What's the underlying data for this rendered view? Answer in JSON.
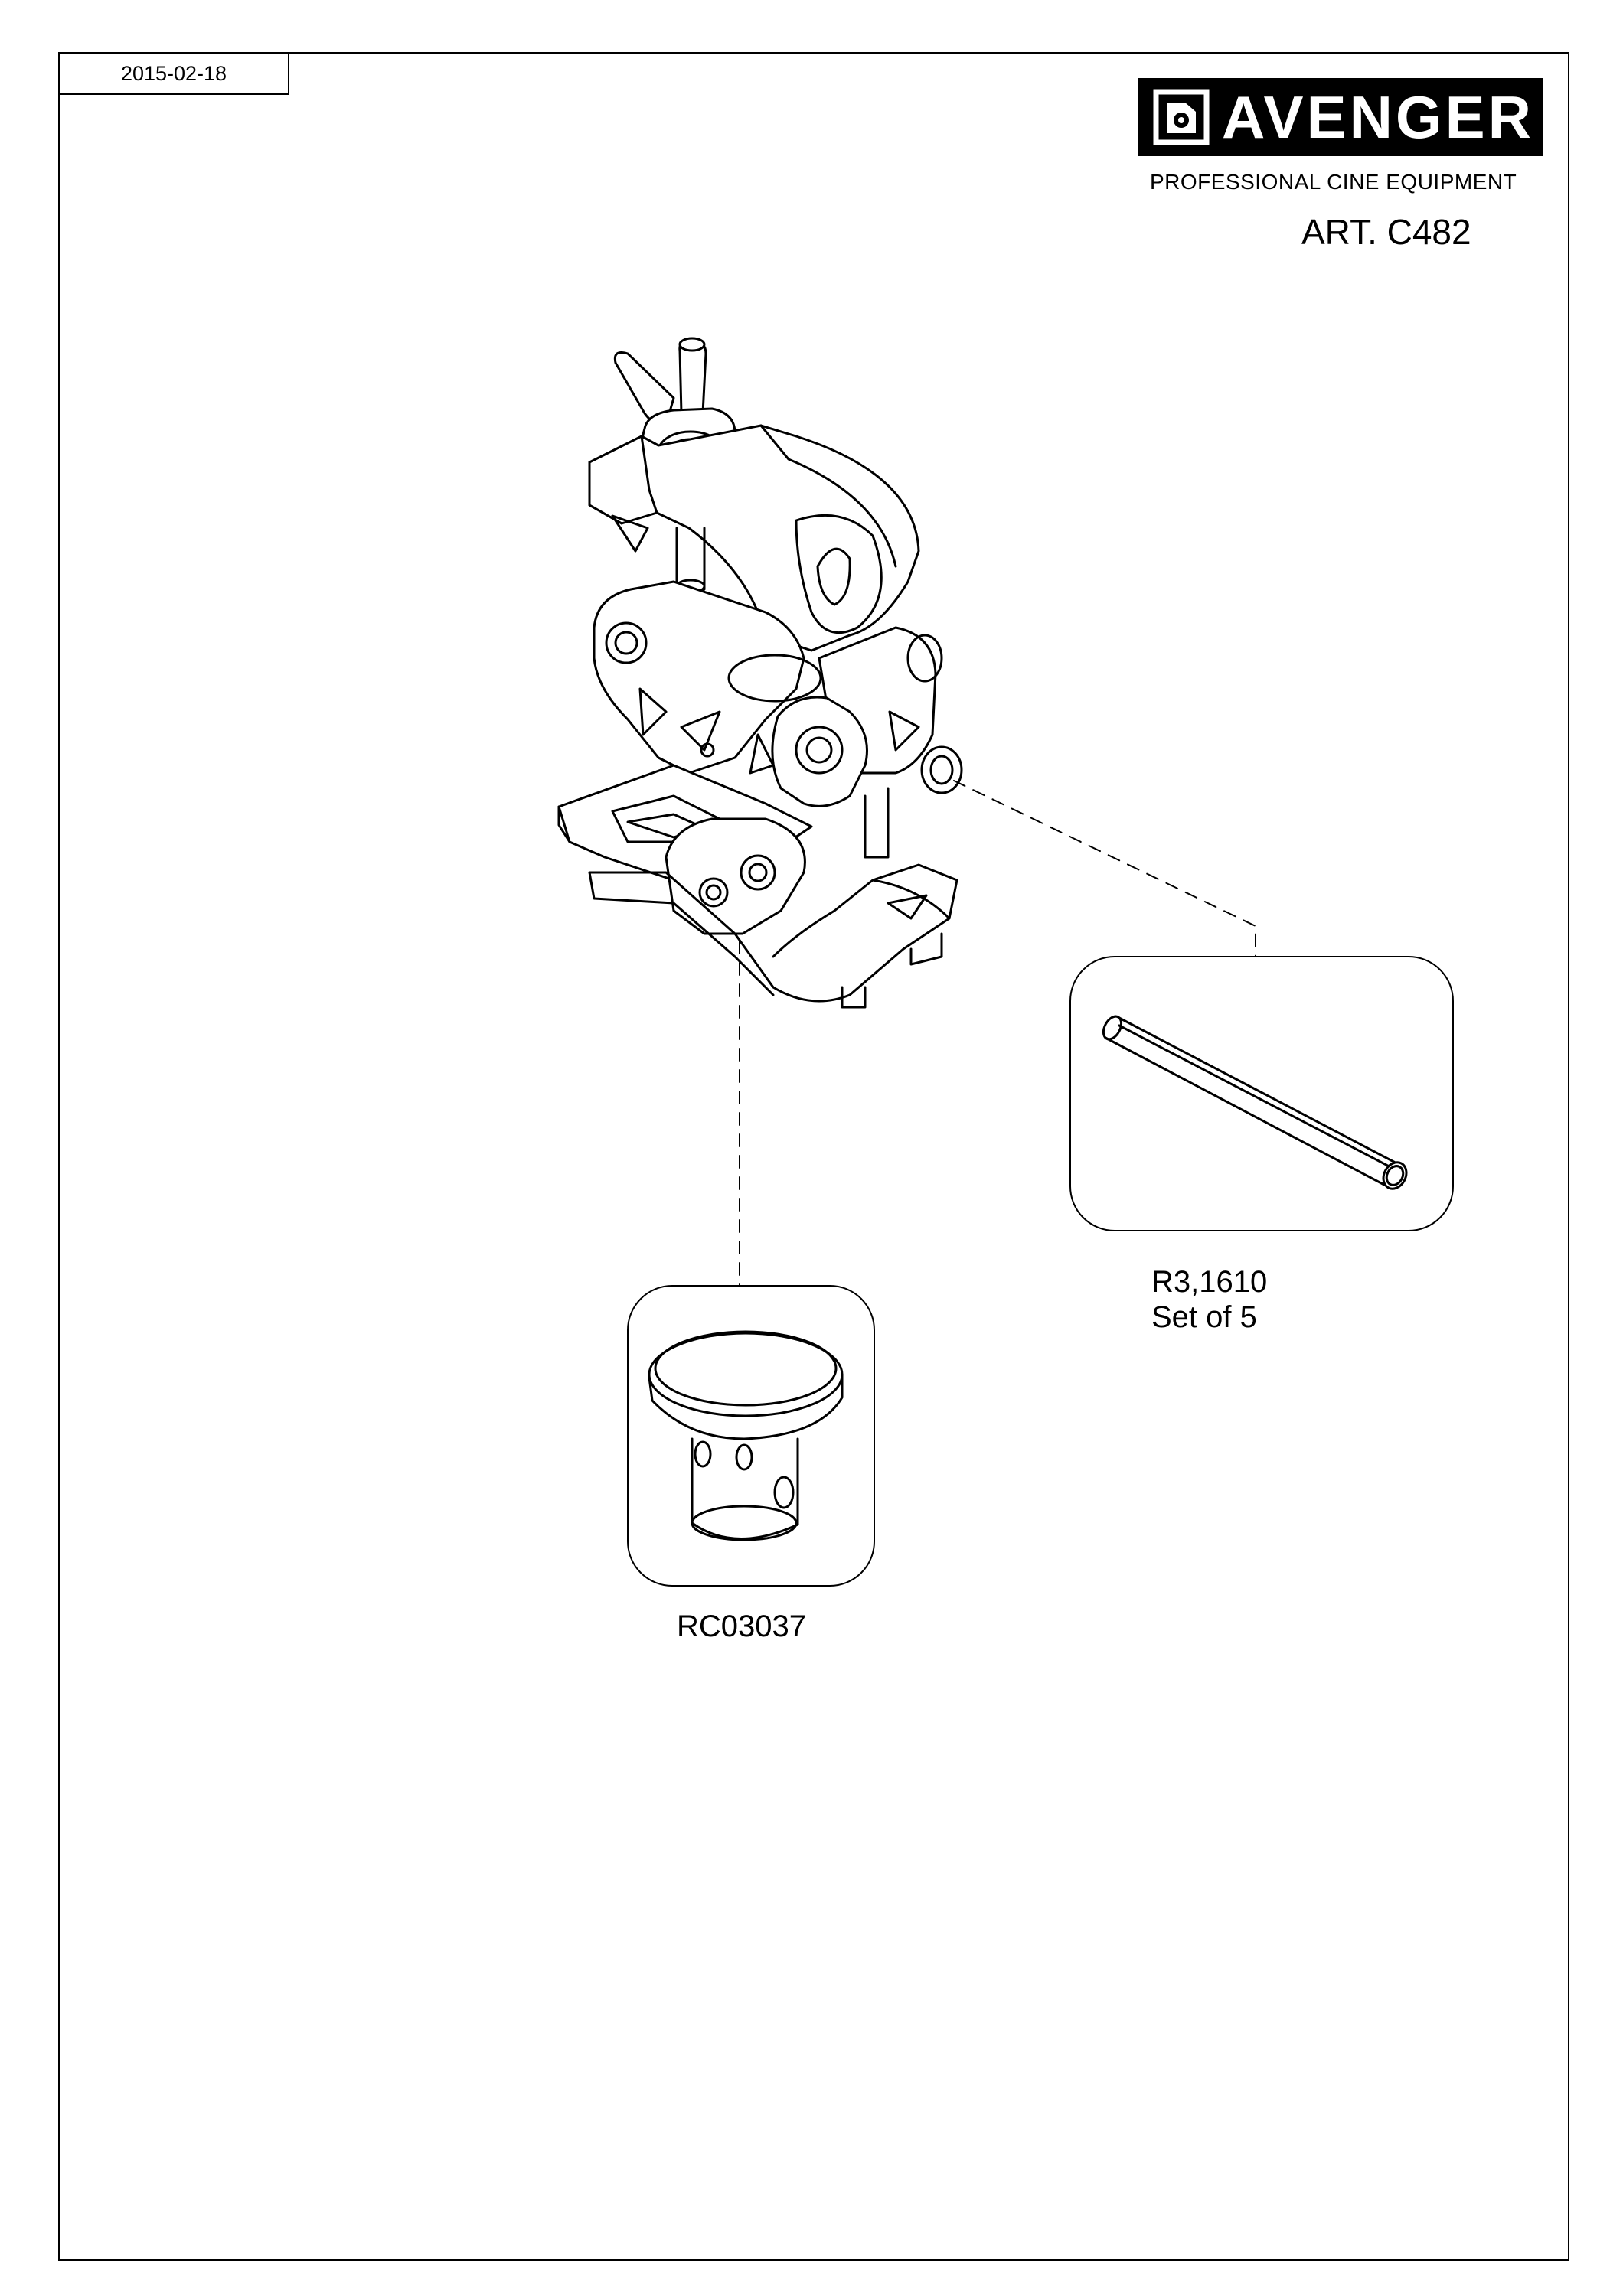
{
  "header": {
    "date": "2015-02-18",
    "brand": "AVENGER",
    "tagline": "PROFESSIONAL CINE EQUIPMENT",
    "article": "ART. C482"
  },
  "parts": [
    {
      "code": "R3,1610",
      "note": "Set of 5",
      "icon": "roll-pin-icon"
    },
    {
      "code": "RC03037",
      "note": "",
      "icon": "push-button-icon"
    }
  ],
  "colors": {
    "line": "#000000",
    "background": "#ffffff",
    "logo_bg": "#000000",
    "logo_fg": "#ffffff"
  }
}
